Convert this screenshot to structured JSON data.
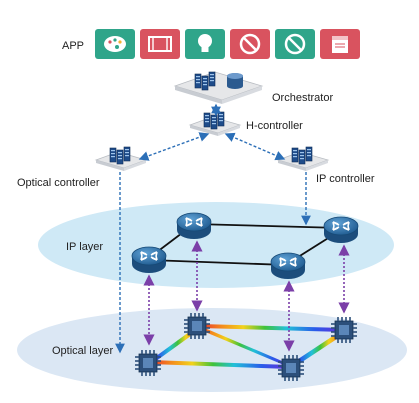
{
  "app_label": "APP",
  "apps": [
    {
      "icon": "palette-icon",
      "color": "#2fa58a"
    },
    {
      "icon": "film-icon",
      "color": "#d9535f"
    },
    {
      "icon": "lightbulb-icon",
      "color": "#2fa58a"
    },
    {
      "icon": "eye-slash-icon",
      "color": "#d9535f"
    },
    {
      "icon": "compass-icon",
      "color": "#2fa58a"
    },
    {
      "icon": "document-icon",
      "color": "#d9535f"
    }
  ],
  "labels": {
    "orchestrator": "Orchestrator",
    "h_controller": "H-controller",
    "optical_controller": "Optical controller",
    "ip_controller": "IP  controller",
    "ip_layer": "IP layer",
    "optical_layer": "Optical  layer"
  },
  "colors": {
    "controller_link": "#2c6fb7",
    "inter_layer_link": "#7b3fa8",
    "ip_layer_fill": "#cfe9f6",
    "optical_layer_fill": "#dbe7f4",
    "router": "#2e6fa8",
    "optical_switch": "#2c4f7a"
  }
}
